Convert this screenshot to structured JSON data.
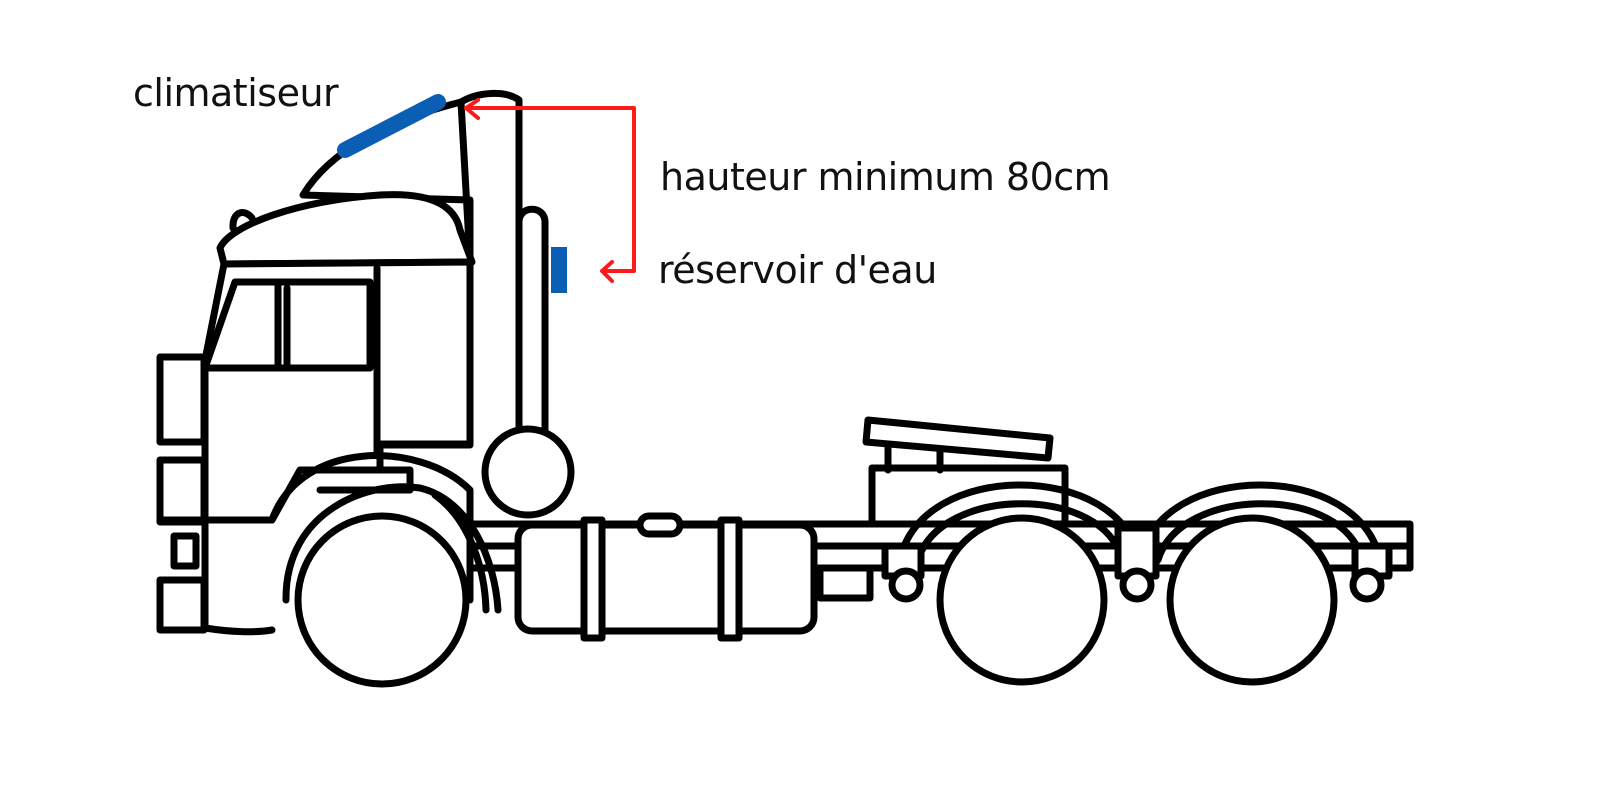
{
  "labels": {
    "air_conditioner": "climatiseur",
    "min_height": "hauteur minimum 80cm",
    "water_tank": "réservoir d'eau"
  },
  "colors": {
    "outline": "#000000",
    "highlight": "#0a5fb4",
    "arrow": "#ff1a1a",
    "background": "#ffffff"
  }
}
